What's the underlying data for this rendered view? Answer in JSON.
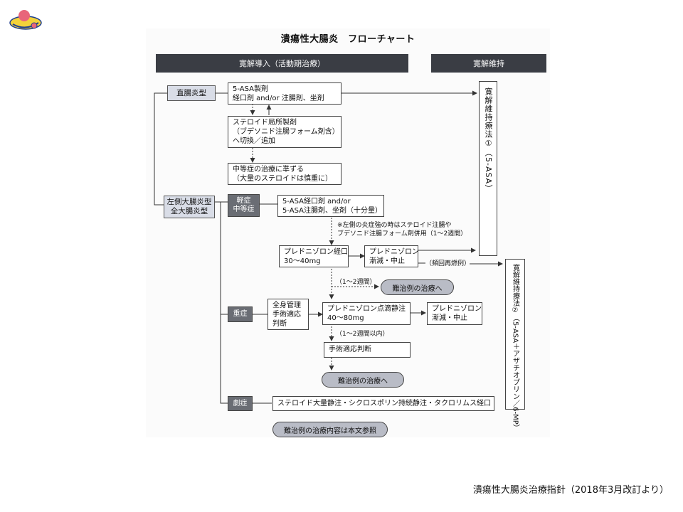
{
  "title": "潰瘍性大腸炎　フローチャート",
  "bands": {
    "induction": "寛解導入（活動期治療）",
    "maintenance": "寛解維持"
  },
  "categories": {
    "rectal": "直腸炎型",
    "left_line1": "左側大腸炎型",
    "left_line2": "全大腸炎型"
  },
  "severity": {
    "mild_line1": "軽症",
    "mild_line2": "中等症",
    "severe": "重症",
    "fulminant": "劇症"
  },
  "rectal_flow": {
    "asa_line1": "5-ASA製剤",
    "asa_line2": "経口剤 and/or 注腸剤、坐剤",
    "steroid_line1": "ステロイド局所製剤",
    "steroid_line2": "（ブデソニド注腸フォーム剤含）",
    "steroid_line3": "へ切換／追加",
    "moderate_line1": "中等症の治療に準ずる",
    "moderate_line2": "（大量のステロイドは慎重に）"
  },
  "mild_flow": {
    "asa_line1": "5-ASA経口剤 and/or",
    "asa_line2": "5-ASA注腸剤、坐剤（十分量）",
    "note_line1": "※左側の炎症強の時はステロイド注腸や",
    "note_line2": "ブデソニド注腸フォーム剤併用（1〜2週間）",
    "pred_line1": "プレドニゾロン経口",
    "pred_line2": "30〜40mg",
    "taper_line1": "プレドニゾロン",
    "taper_line2": "漸減・中止",
    "relapse": "（頻回再燃例）",
    "weeks": "（1〜2週間）",
    "refractory": "難治例の治療へ"
  },
  "severe_flow": {
    "mgmt_line1": "全身管理",
    "mgmt_line2": "手術適応",
    "mgmt_line3": "判断",
    "iv_line1": "プレドニゾロン点滴静注",
    "iv_line2": "40〜80mg",
    "taper_line1": "プレドニゾロン",
    "taper_line2": "漸減・中止",
    "weeks": "（1〜2週間以内）",
    "surgery": "手術適応判断",
    "refractory": "難治例の治療へ"
  },
  "fulminant_flow": {
    "treatment": "ステロイド大量静注・シクロスポリン持続静注・タクロリムス経口"
  },
  "footer_pill": "難治例の治療内容は本文参照",
  "maintenance": {
    "therapy1": "寛解維持療法①（5-ASA）",
    "therapy2": "寛解維持療法②（5-ASA＋アザチオプリン／6-MP）"
  },
  "source": "潰瘍性大腸炎治療指針（2018年3月改訂より）",
  "colors": {
    "band": "#3a3d44",
    "category": "#d9dde7",
    "severity": "#6a6d74",
    "pill": "#b9bcc6"
  }
}
